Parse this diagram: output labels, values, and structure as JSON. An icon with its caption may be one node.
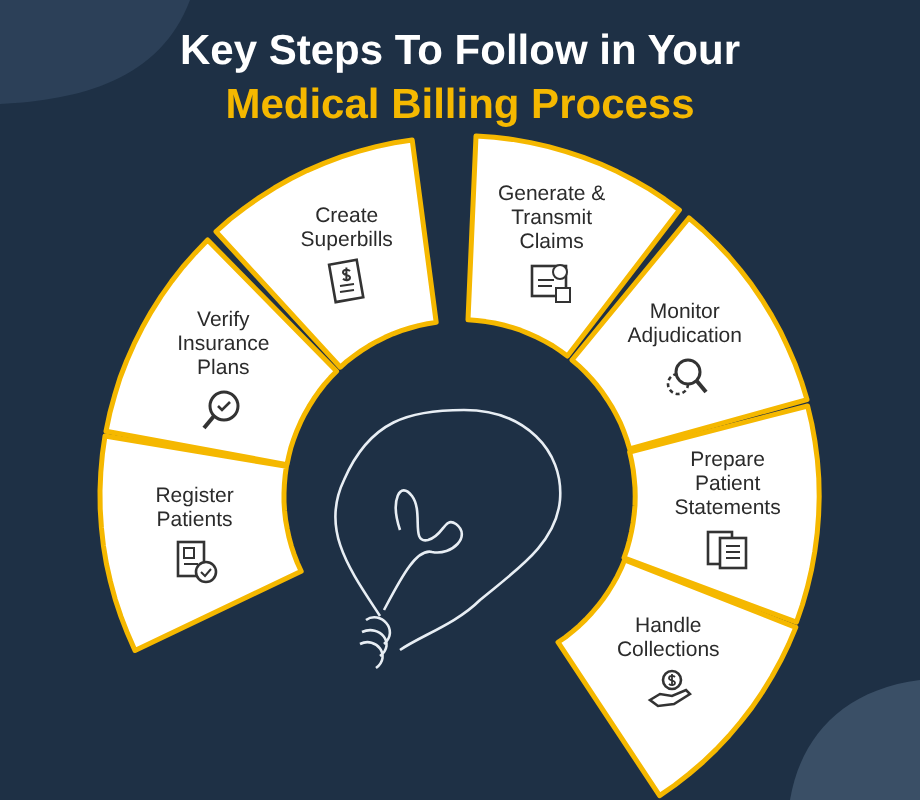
{
  "diagram": {
    "title": "Key Steps To Follow in Your Medical Billing Process",
    "nodes": [
      {
        "text": [
          "Register Patients"
        ]
      },
      {
        "text": [
          "Verify Insurance Plans"
        ]
      },
      {
        "text": [
          "Create Superbills"
        ]
      },
      {
        "text": [
          "Generate & Transmit Claims"
        ]
      },
      {
        "text": [
          "Monitor Adjudication"
        ]
      },
      {
        "text": [
          "Prepare Patient Statements"
        ]
      },
      {
        "text": [
          "Handle Collections"
        ]
      }
    ]
  }
}
